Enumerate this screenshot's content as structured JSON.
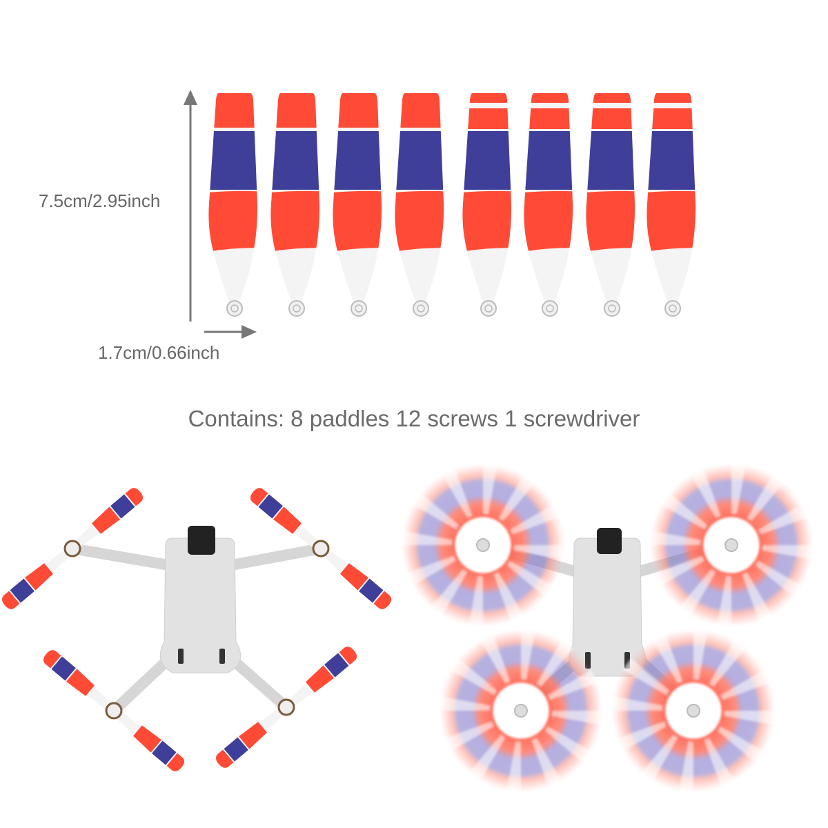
{
  "dimensions": {
    "height_label": "7.5cm/2.95inch",
    "width_label": "1.7cm/0.66inch"
  },
  "contents_line": "Contains: 8 paddles 12 screws 1 screwdriver",
  "colors": {
    "red": "#ff4a36",
    "blue": "#3f3f9a",
    "white": "#f4f4f4",
    "text": "#666666",
    "arrow": "#777777",
    "drone_body": "#dcdcdc"
  },
  "paddles": [
    {
      "style": "single-tip"
    },
    {
      "style": "single-tip"
    },
    {
      "style": "single-tip"
    },
    {
      "style": "single-tip"
    },
    {
      "style": "striped-tip"
    },
    {
      "style": "striped-tip"
    },
    {
      "style": "striped-tip"
    },
    {
      "style": "striped-tip"
    }
  ]
}
